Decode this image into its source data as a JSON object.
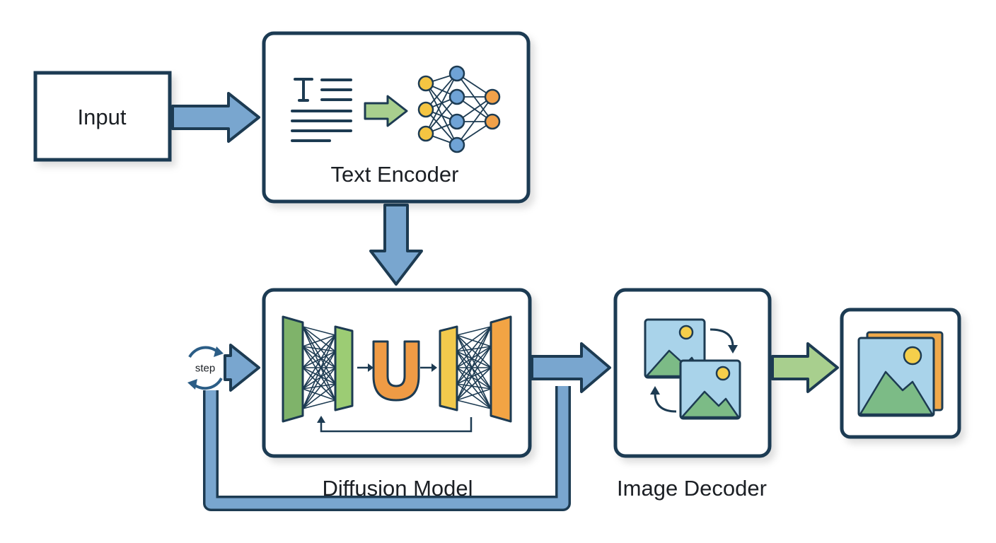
{
  "nodes": {
    "input": {
      "label": "Input"
    },
    "text_encoder": {
      "label": "Text Encoder"
    },
    "diffusion_model": {
      "label": "Diffusion Model"
    },
    "image_decoder": {
      "label": "Image Decoder"
    },
    "output": {
      "label": ""
    }
  },
  "loop": {
    "label": "step"
  },
  "icons": {
    "text_encoder": [
      "document-text-icon",
      "arrow-right-icon",
      "neural-network-icon"
    ],
    "diffusion_model": [
      "encoder-layers-icon",
      "u-net-icon",
      "decoder-layers-icon",
      "skip-connection-icon"
    ],
    "image_decoder": [
      "image-icon",
      "image-icon",
      "swap-arrows-icon"
    ],
    "output": [
      "stacked-image-icon"
    ],
    "loop": [
      "cycle-arrows-icon"
    ]
  },
  "colors": {
    "box_border": "#1d3b52",
    "arrow_blue": "#79a6cf",
    "arrow_green": "#a8cf8e",
    "net_blue": "#6fa3d6",
    "net_yellow": "#f5c542",
    "net_orange": "#f0a14a",
    "layer_green": "#7fb36a",
    "layer_yellow": "#f2c94c",
    "layer_orange": "#f2a444",
    "u_orange": "#ef9b45",
    "sky_blue": "#a9d3ea",
    "mountain_green": "#7cbb86",
    "sun_yellow": "#f5cf4b",
    "frame_orange": "#f0a94a"
  }
}
